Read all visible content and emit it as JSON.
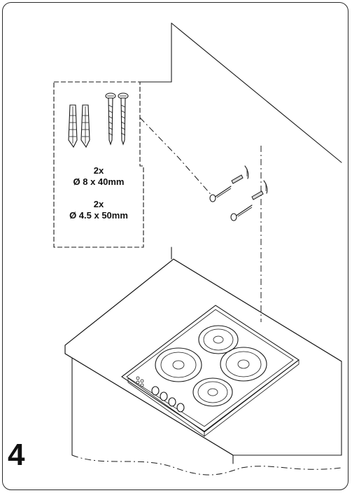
{
  "parts": {
    "anchor_quantity": "2x",
    "anchor_size": "Ø 8 x 40mm",
    "screw_quantity": "2x",
    "screw_size": "Ø 4.5 x 50mm"
  },
  "step_number": "4"
}
